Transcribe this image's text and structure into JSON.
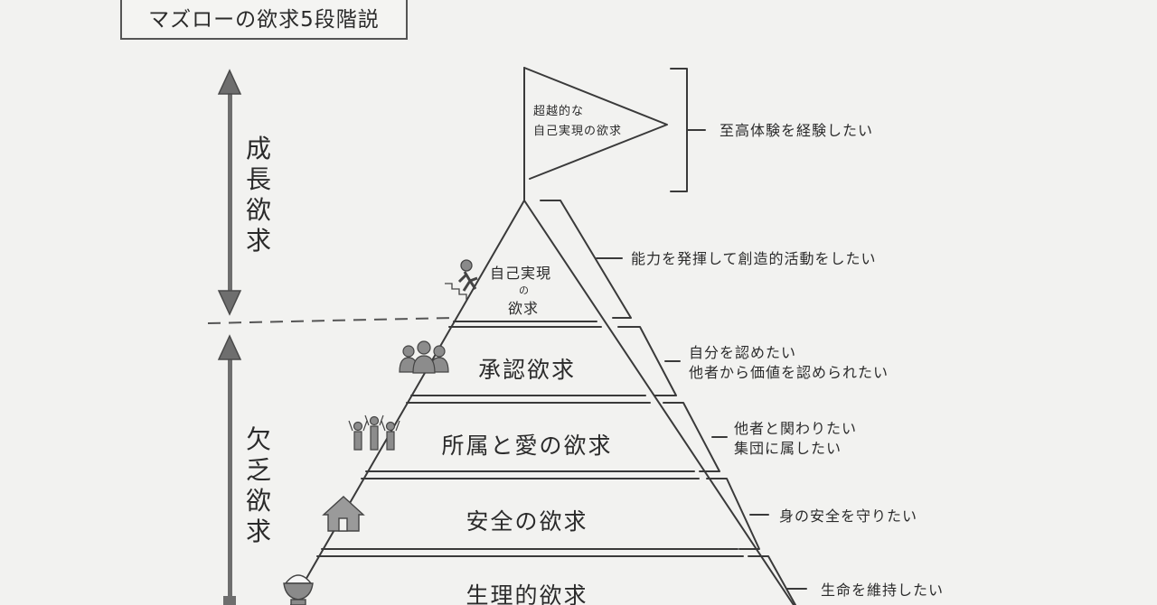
{
  "title": "マズローの欲求5段階説",
  "left_labels": {
    "growth": "成長欲求",
    "deficiency": "欠乏欲求"
  },
  "flag": {
    "line1": "超越的な",
    "line2": "自己実現の欲求",
    "description": "至高体験を経験したい"
  },
  "tiers": [
    {
      "id": "self-actualization",
      "line1": "自己実現",
      "line2": "の",
      "line3": "欲求",
      "desc1": "能力を発揮して創造的活動をしたい",
      "desc2": "",
      "icon": "climber-icon"
    },
    {
      "id": "esteem",
      "label": "承認欲求",
      "desc1": "自分を認めたい",
      "desc2": "他者から価値を認められたい",
      "icon": "group-people-icon"
    },
    {
      "id": "belonging",
      "label": "所属と愛の欲求",
      "desc1": "他者と関わりたい",
      "desc2": "集団に属したい",
      "icon": "cheering-people-icon"
    },
    {
      "id": "safety",
      "label": "安全の欲求",
      "desc1": "身の安全を守りたい",
      "desc2": "",
      "icon": "house-icon"
    },
    {
      "id": "physiological",
      "label": "生理的欲求",
      "desc1": "生命を維持したい",
      "desc2": "",
      "icon": "rice-bowl-icon"
    }
  ],
  "colors": {
    "background": "#f2f2f0",
    "ink": "#3a3a3a",
    "arrow": "#666666"
  }
}
